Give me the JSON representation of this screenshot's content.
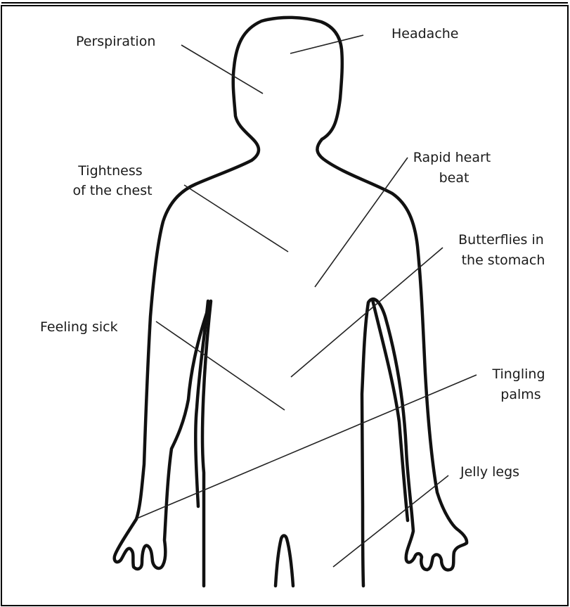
{
  "diagram": {
    "labels": {
      "perspiration": [
        "Perspiration"
      ],
      "headache": [
        "Headache"
      ],
      "tightness": [
        "Tightness",
        "of the chest"
      ],
      "rapid_heart": [
        "Rapid heart",
        "beat"
      ],
      "butterflies": [
        "Butterflies in",
        "the stomach"
      ],
      "feeling_sick": [
        "Feeling sick"
      ],
      "tingling": [
        "Tingling",
        "palms"
      ],
      "jelly_legs": [
        "Jelly legs"
      ]
    }
  }
}
